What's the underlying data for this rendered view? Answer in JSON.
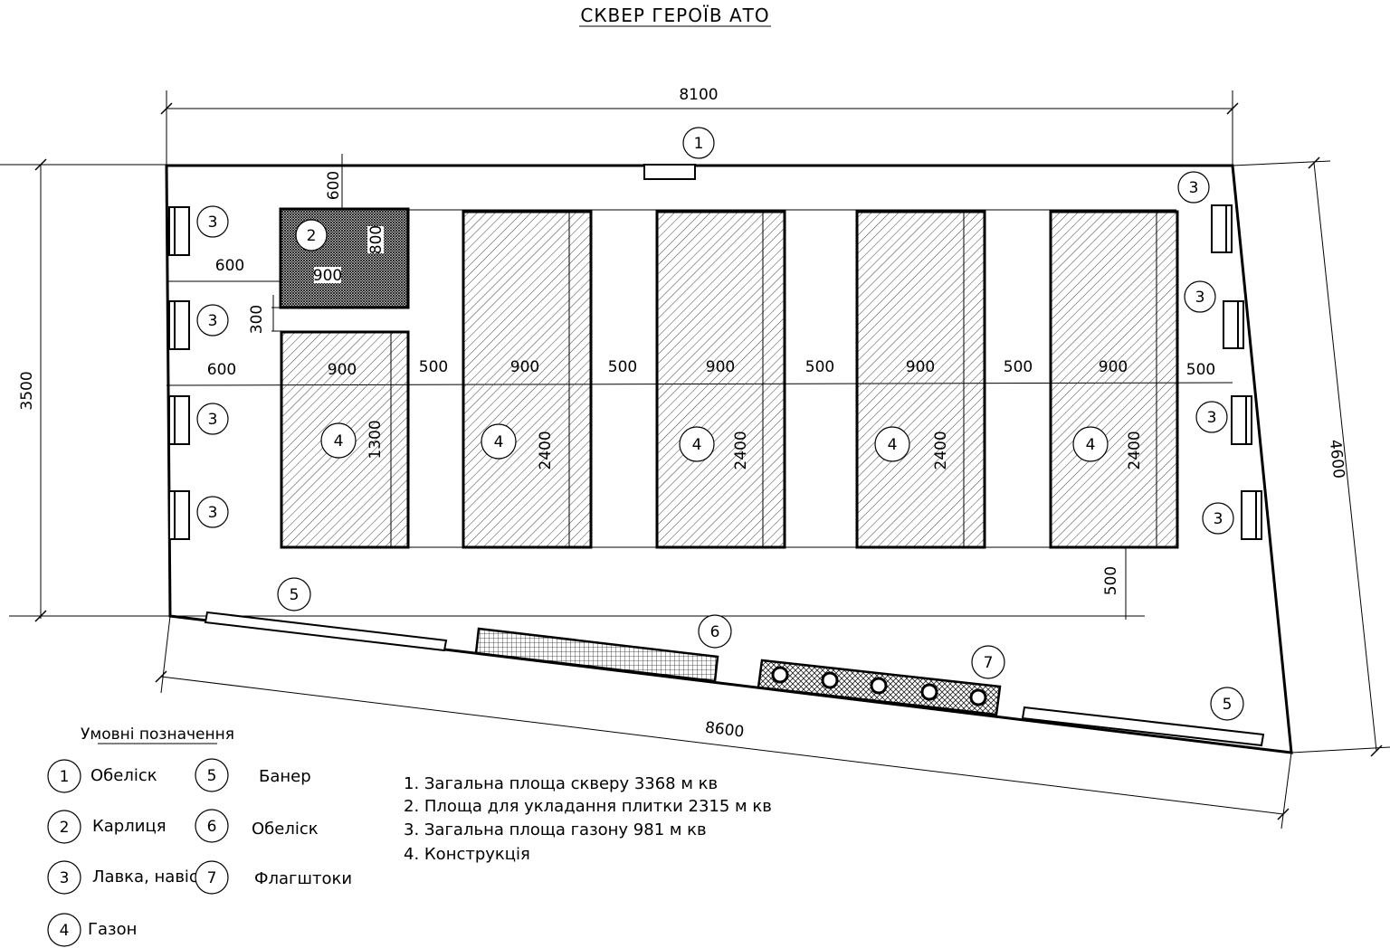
{
  "title": "СКВЕР ГЕРОЇВ АТО",
  "dimensions": {
    "top_width": "8100",
    "left_height": "3500",
    "right_side": "4600",
    "bottom_side": "8600",
    "gap_top": "600",
    "gap_left_upper": "600",
    "gap_left_row": "600",
    "gap_300": "300",
    "karlytsia_w": "900",
    "karlytsia_h": "800",
    "bed_w": "900",
    "spacing": "500",
    "bed1_h": "1300",
    "bed_h": "2400",
    "bottom_gap": "500"
  },
  "markers": {
    "obelisk": "1",
    "karlytsia": "2",
    "bench": "3",
    "lawn": "4",
    "banner": "5",
    "obelisk2": "6",
    "flagpoles": "7"
  },
  "legend": {
    "title": "Умовні позначення",
    "items": [
      {
        "num": "1",
        "label": "Обеліск"
      },
      {
        "num": "2",
        "label": "Карлиця"
      },
      {
        "num": "3",
        "label": "Лавка, навіс"
      },
      {
        "num": "4",
        "label": "Газон"
      },
      {
        "num": "5",
        "label": "Банер"
      },
      {
        "num": "6",
        "label": "Обеліск"
      },
      {
        "num": "7",
        "label": "Флагштоки"
      }
    ]
  },
  "notes": [
    "1. Загальна площа скверу 3368 м кв",
    "2. Площа для укладання плитки  2315 м кв",
    "3. Загальна площа газону 981 м кв",
    "4. Конструкція"
  ]
}
